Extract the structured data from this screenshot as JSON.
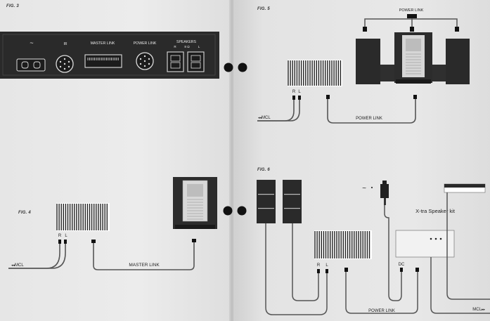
{
  "figures": {
    "fig3": "FIG. 3",
    "fig4": "FIG. 4",
    "fig5": "FIG. 5",
    "fig6": "FIG. 6"
  },
  "rear_panel": {
    "ac_symbol": "~",
    "ir": "IR",
    "master_link": "MASTER LINK",
    "power_link": "POWER LINK",
    "speakers": "SPEAKERS",
    "speaker_r": "R",
    "speaker_ohm": "8 Ω",
    "speaker_l": "L"
  },
  "fig4": {
    "r": "R",
    "l": "L",
    "mcl": "MCL",
    "master_link": "MASTER LINK"
  },
  "fig5": {
    "power_link_top": "POWER LINK",
    "r": "R",
    "l": "L",
    "mcl": "MCL",
    "power_link_bottom": "POWER LINK"
  },
  "fig6": {
    "ac_symbol": "~",
    "xtra_speaker_kit": "X-tra Speaker kit",
    "r": "R",
    "l": "L",
    "dc": "DC",
    "power_link": "POWER LINK",
    "mcl": "MCL"
  }
}
